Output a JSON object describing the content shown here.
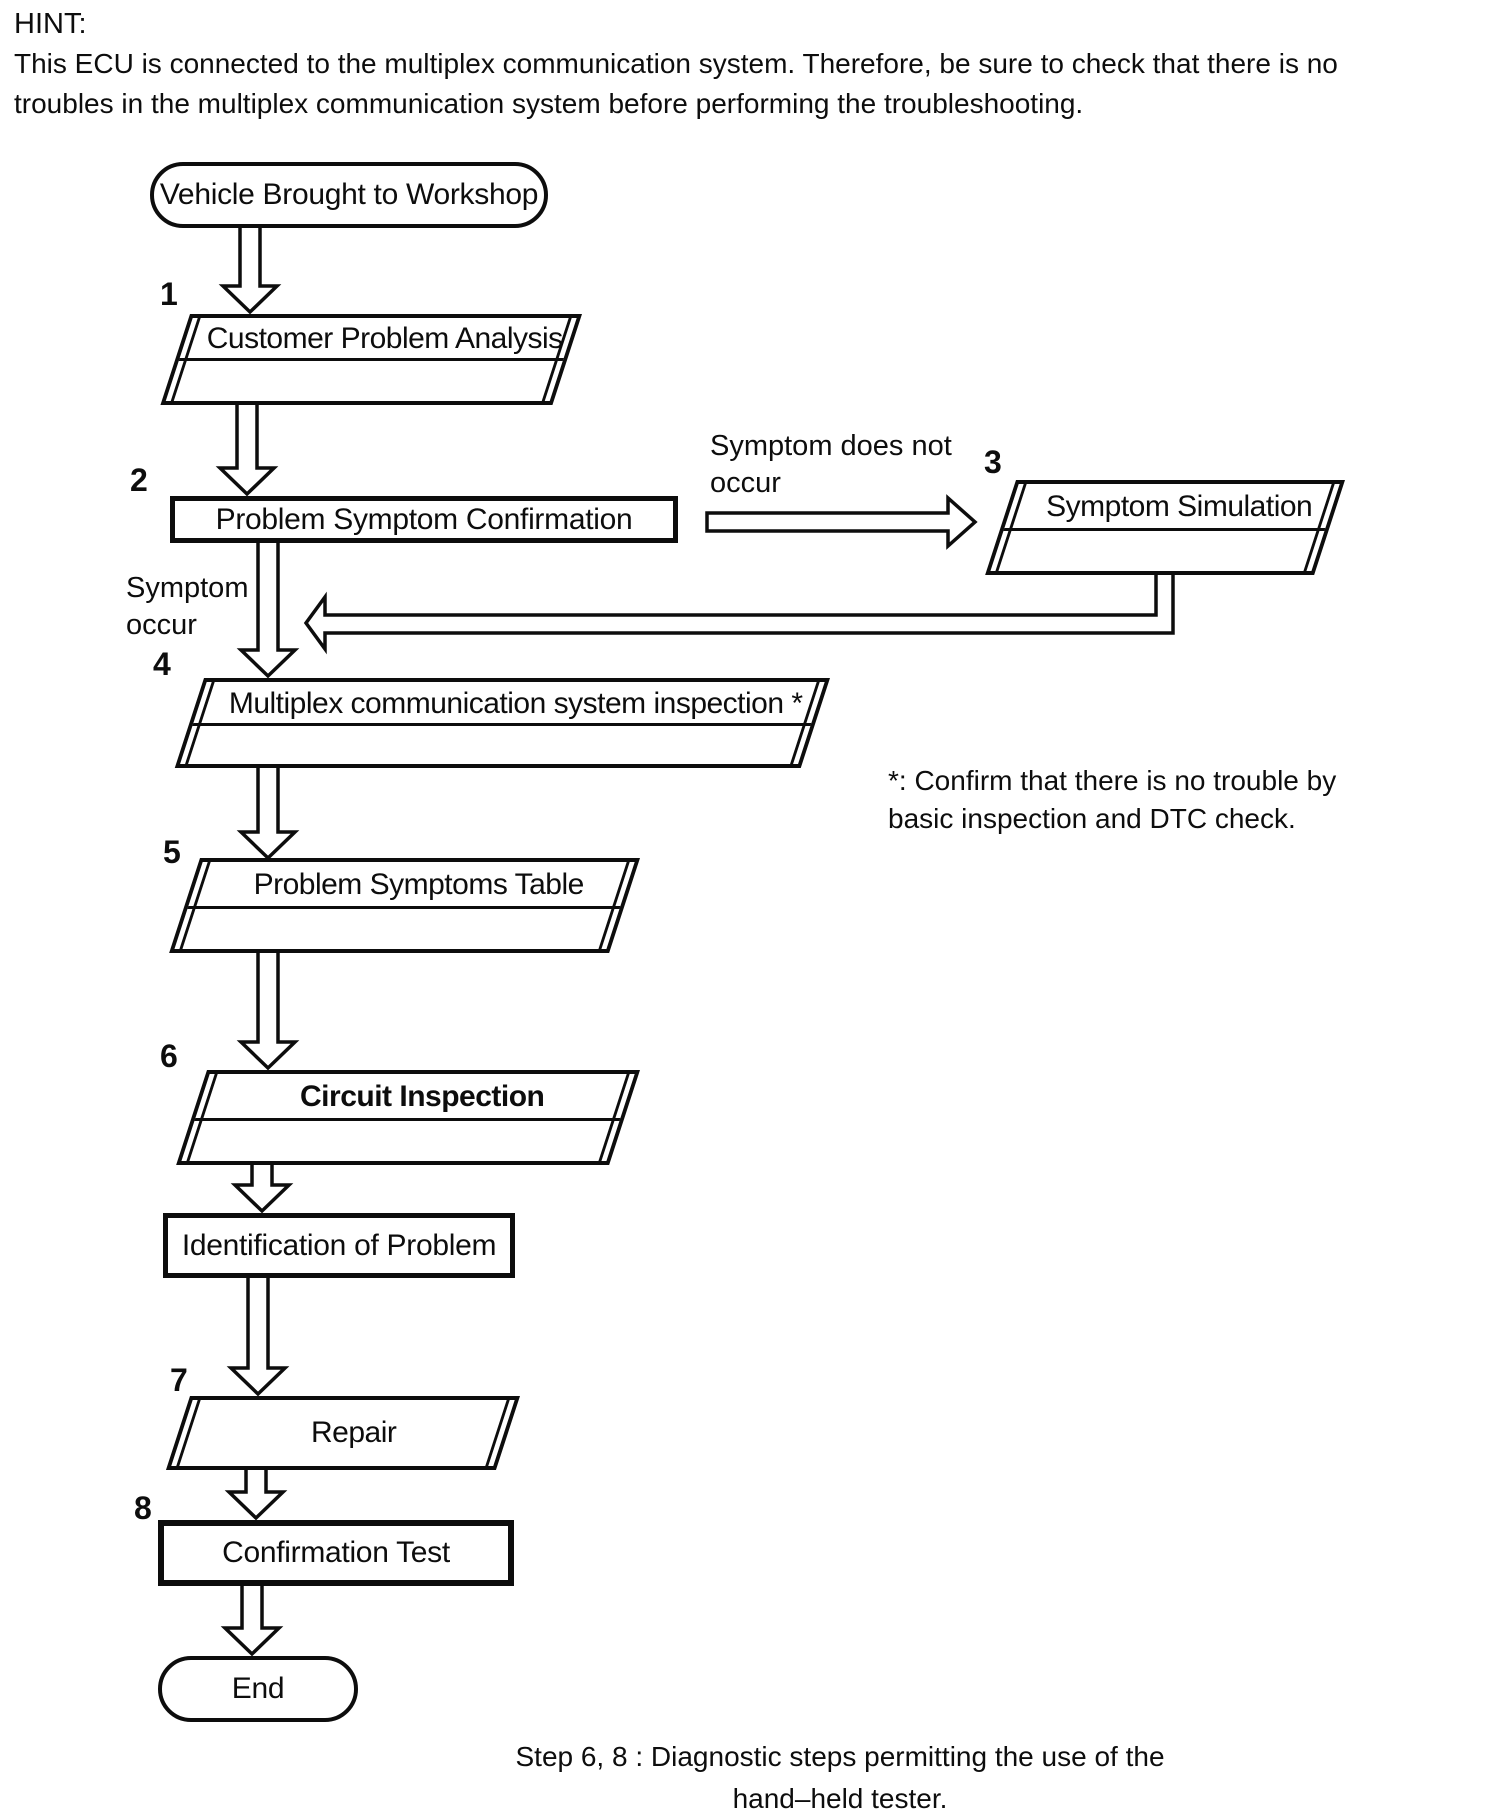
{
  "hint": {
    "label": "HINT:",
    "lines": [
      "This ECU is connected to the multiplex communication system. Therefore, be sure to check that there is no",
      "troubles in the multiplex communication system before performing the troubleshooting."
    ]
  },
  "flow": {
    "start": "Vehicle Brought to Workshop",
    "end": "End",
    "steps": {
      "s1": {
        "num": "1",
        "title": "Customer Problem Analysis"
      },
      "s2": {
        "num": "2",
        "title": "Problem Symptom Confirmation"
      },
      "s3": {
        "num": "3",
        "title": "Symptom Simulation"
      },
      "s4": {
        "num": "4",
        "title": "Multiplex communication system inspection *"
      },
      "s5": {
        "num": "5",
        "title": "Problem Symptoms Table"
      },
      "s6": {
        "num": "6",
        "title": "Circuit Inspection"
      },
      "identification": {
        "title": "Identification of Problem"
      },
      "s7": {
        "num": "7",
        "title": "Repair"
      },
      "s8": {
        "num": "8",
        "title": "Confirmation Test"
      }
    },
    "branch_labels": {
      "symptom_does_not_occur": [
        "Symptom does not",
        "occur"
      ],
      "symptom_occur": [
        "Symptom",
        "occur"
      ]
    },
    "footnote": [
      "*: Confirm that there is no trouble by",
      "basic inspection and DTC check."
    ],
    "caption": [
      "Step 6, 8 : Diagnostic steps permitting the use of the",
      "hand–held tester."
    ]
  },
  "colors": {
    "ink": "#0d0d0d",
    "paper": "#ffffff"
  }
}
